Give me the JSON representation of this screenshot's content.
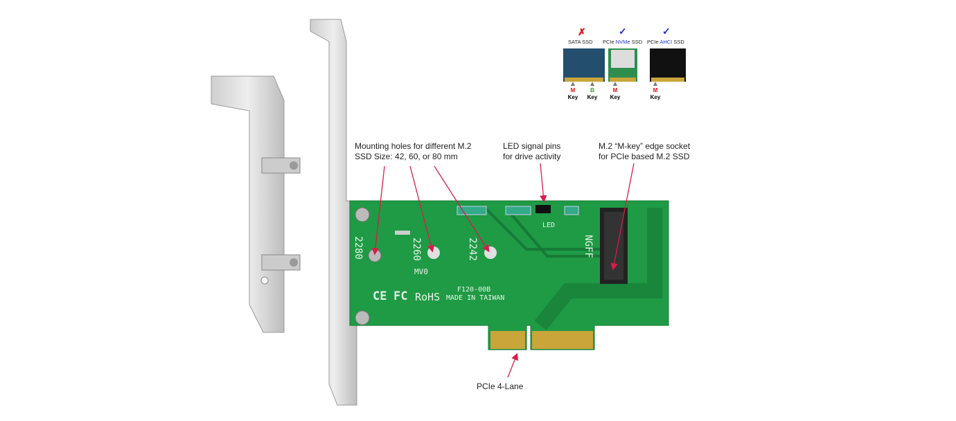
{
  "annotations": {
    "mounting_holes": [
      "Mounting holes for different M.2",
      "SSD Size: 42, 60, or 80 mm"
    ],
    "led_pins": [
      "LED signal pins",
      "for drive activity"
    ],
    "edge_socket": [
      "M.2 “M-key” edge socket",
      "for PCIe based M.2 SSD"
    ],
    "pcie_lane": "PCIe 4-Lane"
  },
  "compatibility": {
    "sata": {
      "mark": "✗",
      "label": "SATA SSD",
      "keys": [
        "M",
        "B"
      ]
    },
    "nvme": {
      "mark": "✓",
      "label_prefix": "PCIe ",
      "label_accent": "NVMe",
      "label_suffix": " SSD",
      "keys": [
        "M"
      ]
    },
    "ahci": {
      "mark": "✓",
      "label_prefix": "PCIe ",
      "label_accent": "AHCI",
      "label_suffix": " SSD",
      "keys": [
        "M"
      ]
    },
    "key_word": "Key"
  },
  "pcb_text": {
    "s2280": "2280",
    "s2260": "2260",
    "s2242": "2242",
    "led": "LED",
    "ngff": "NGFF",
    "model": "F120-00B",
    "origin": "MADE IN TAIWAN",
    "rohs": "RoHS",
    "ce": "CE",
    "fc": "FC",
    "mv": "MV0"
  },
  "colors": {
    "arrow": "#d81b4a",
    "pcb": "#1f9a45",
    "gold": "#c9a53a",
    "bad": "#e01010",
    "good": "#1a2fd0",
    "m_key": "#e01010",
    "b_key": "#22aa22"
  }
}
